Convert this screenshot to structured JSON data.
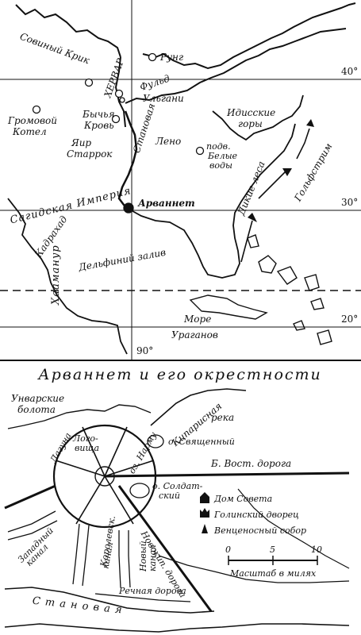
{
  "upper_map": {
    "grid_labels": {
      "lat_40": "40°",
      "lat_30": "30°",
      "lat_20": "20°",
      "lon_90": "90°"
    },
    "places": {
      "sobolny_krik": "Совиный Крик",
      "herwar": "ХЕРВАР",
      "rung": "Рунг",
      "fuld": "Фульд",
      "ulgani": "Ульгани",
      "gromovoy": "Громовой",
      "kotel": "Котел",
      "bychya": "Бычья",
      "krov": "Кровь",
      "stanovaya": "Становая",
      "yair": "Яир",
      "starrok": "Старрок",
      "leno": "Лено",
      "idisskie": "Идисские",
      "gory": "горы",
      "podv": "подв.",
      "belye": "Белые",
      "vody": "воды",
      "sagidskaya": "Сагидская Империя",
      "arvannet": "Арваннет",
      "dikie_lesa": "Дикие леса",
      "golfstrim": "Гольфстрим",
      "kadrahad": "Кадрахад",
      "delfiniy": "Дельфиний залив",
      "haamandur": "Хааманур",
      "more": "Море",
      "uraganov": "Ураганов"
    }
  },
  "title": "Арваннет и его окрестности",
  "lower_map": {
    "places": {
      "unvarskie": "Унварские",
      "bolota": "болота",
      "laguna": "Лагуна",
      "kiparisnaya": "Кипарисная",
      "reka": "река",
      "logo": "Лого-",
      "vishcha": "вища",
      "oz_narmu": "оз. Нарму",
      "o_svyashch": "о. Священный",
      "b_vost": "Б. Вост. дорога",
      "o_soldat": "о. Солдат-",
      "skiy": "ский",
      "zapadny": "Западный",
      "kanal": "канал",
      "korolevsk": "Королевск.",
      "kanal2": "канал",
      "novy": "Новый",
      "kanal3": "канал",
      "novokip": "Новокип. дорога",
      "rechnaya": "Речная дорога",
      "stanovaya2": "С т а н о в а я"
    },
    "legend": [
      {
        "label": "Дом Совета",
        "icon": "house-icon"
      },
      {
        "label": "Голинский дворец",
        "icon": "palace-icon"
      },
      {
        "label": "Венценосный собор",
        "icon": "cathedral-icon"
      }
    ],
    "scale": {
      "ticks": [
        "0",
        "5",
        "10"
      ],
      "label": "Масштаб в милях"
    }
  }
}
